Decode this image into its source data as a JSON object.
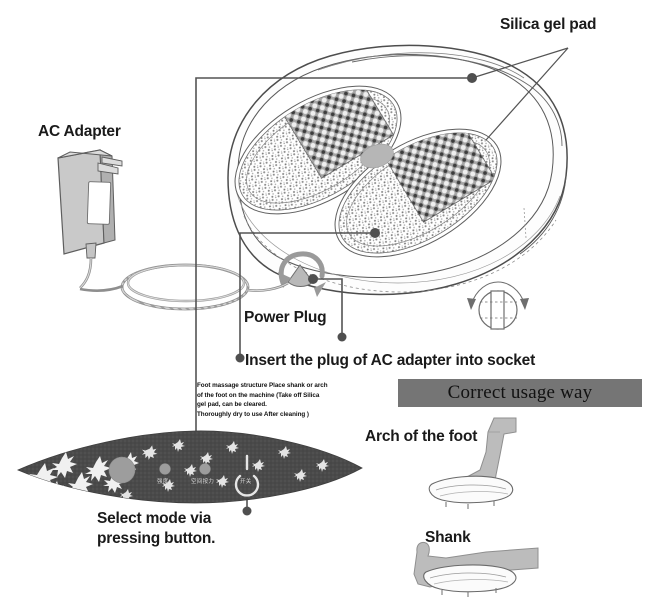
{
  "diagram": {
    "title": "Foot massager usage instruction diagram",
    "background_color": "#ffffff"
  },
  "labels": {
    "silica_gel_pad": "Silica gel pad",
    "ac_adapter": "AC Adapter",
    "power_plug": "Power Plug",
    "insert_plug": "Insert the plug of AC adapter into socket",
    "select_mode": "Select mode via pressing button.",
    "arch_of_the_foot": "Arch of the foot",
    "shank": "Shank",
    "correct_usage_way": "Correct usage way"
  },
  "footnote": {
    "line1": "Foot massage structure Place shank or arch",
    "line2": "of the foot on the machine (Take off Silica",
    "line3": "gel pad, can be cleared.",
    "line4": "Thoroughly dry to use After cleaning )"
  },
  "control_panel": {
    "buttons": [
      {
        "name": "mode-dial",
        "label": ""
      },
      {
        "name": "intensity-button",
        "label": "强度"
      },
      {
        "name": "timer-button",
        "label": "空间按力"
      },
      {
        "name": "power-button",
        "label": "开关",
        "icon": "power-icon"
      }
    ]
  },
  "icons": {
    "rotation": "rotation-icon",
    "power": "power-icon"
  },
  "colors": {
    "banner_gray": "#757575",
    "device_outline": "#4d4d4d",
    "leader_line": "#545454",
    "pad_gray": "#9a9a9a",
    "limb_gray": "#b0b0b0",
    "panel_dark": "#4a4a4a",
    "text": "#1a1a1a"
  }
}
